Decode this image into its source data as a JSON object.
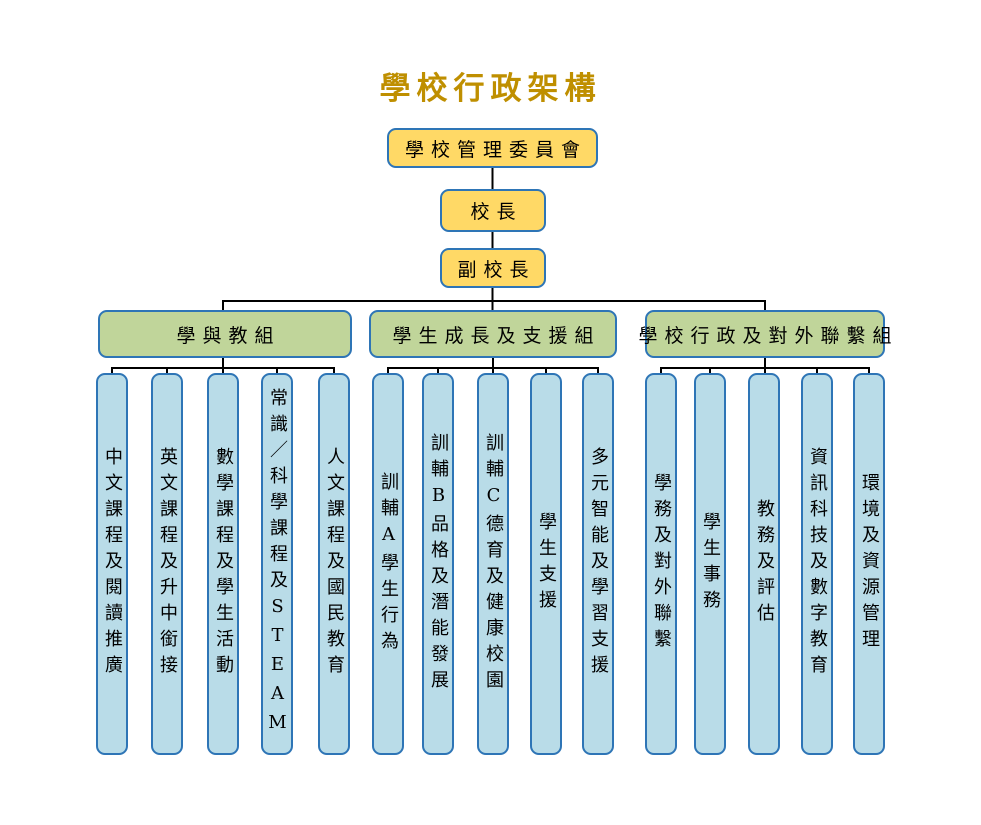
{
  "title": "學校行政架構",
  "colors": {
    "accent_title": "#BF8F00",
    "yellow_fill": "#FFD966",
    "green_fill": "#C0D59A",
    "blue_fill": "#B9DCE8",
    "border_blue": "#2E75B6",
    "line": "#000000"
  },
  "hierarchy": {
    "root": "學校管理委員會",
    "principal": "校長",
    "vice_principal": "副校長",
    "groups": [
      {
        "label": "學與教組",
        "children": [
          "中文課程及閱讀推廣",
          "英文課程及升中銜接",
          "數學課程及學生活動",
          "常識／科學課程及STEAM",
          "人文課程及國民教育"
        ]
      },
      {
        "label": "學生成長及支援組",
        "children": [
          "訓輔A學生行為",
          "訓輔B品格及潛能發展",
          "訓輔C德育及健康校園",
          "學生支援",
          "多元智能及學習支援"
        ]
      },
      {
        "label": "學校行政及對外聯繫組",
        "children": [
          "學務及對外聯繫",
          "學生事務",
          "教務及評估",
          "資訊科技及數字教育",
          "環境及資源管理"
        ]
      }
    ]
  }
}
